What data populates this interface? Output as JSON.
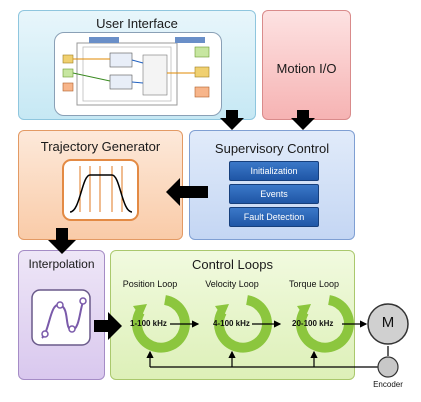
{
  "blocks": {
    "user_interface": "User Interface",
    "motion_io": "Motion I/O",
    "trajectory_generator": "Trajectory Generator",
    "supervisory_control": "Supervisory Control",
    "interpolation": "Interpolation",
    "control_loops": "Control Loops"
  },
  "supervisory_buttons": [
    "Initialization",
    "Events",
    "Fault Detection"
  ],
  "loops": [
    {
      "name": "Position Loop",
      "freq": "1-100 kHz"
    },
    {
      "name": "Velocity Loop",
      "freq": "4-100 kHz"
    },
    {
      "name": "Torque Loop",
      "freq": "20-100 kHz"
    }
  ],
  "motor": {
    "symbol": "M",
    "encoder_label": "Encoder"
  },
  "colors": {
    "arrow": "#000000",
    "loop_green": "#7fc31c",
    "button_blue": "#2a62b5"
  }
}
